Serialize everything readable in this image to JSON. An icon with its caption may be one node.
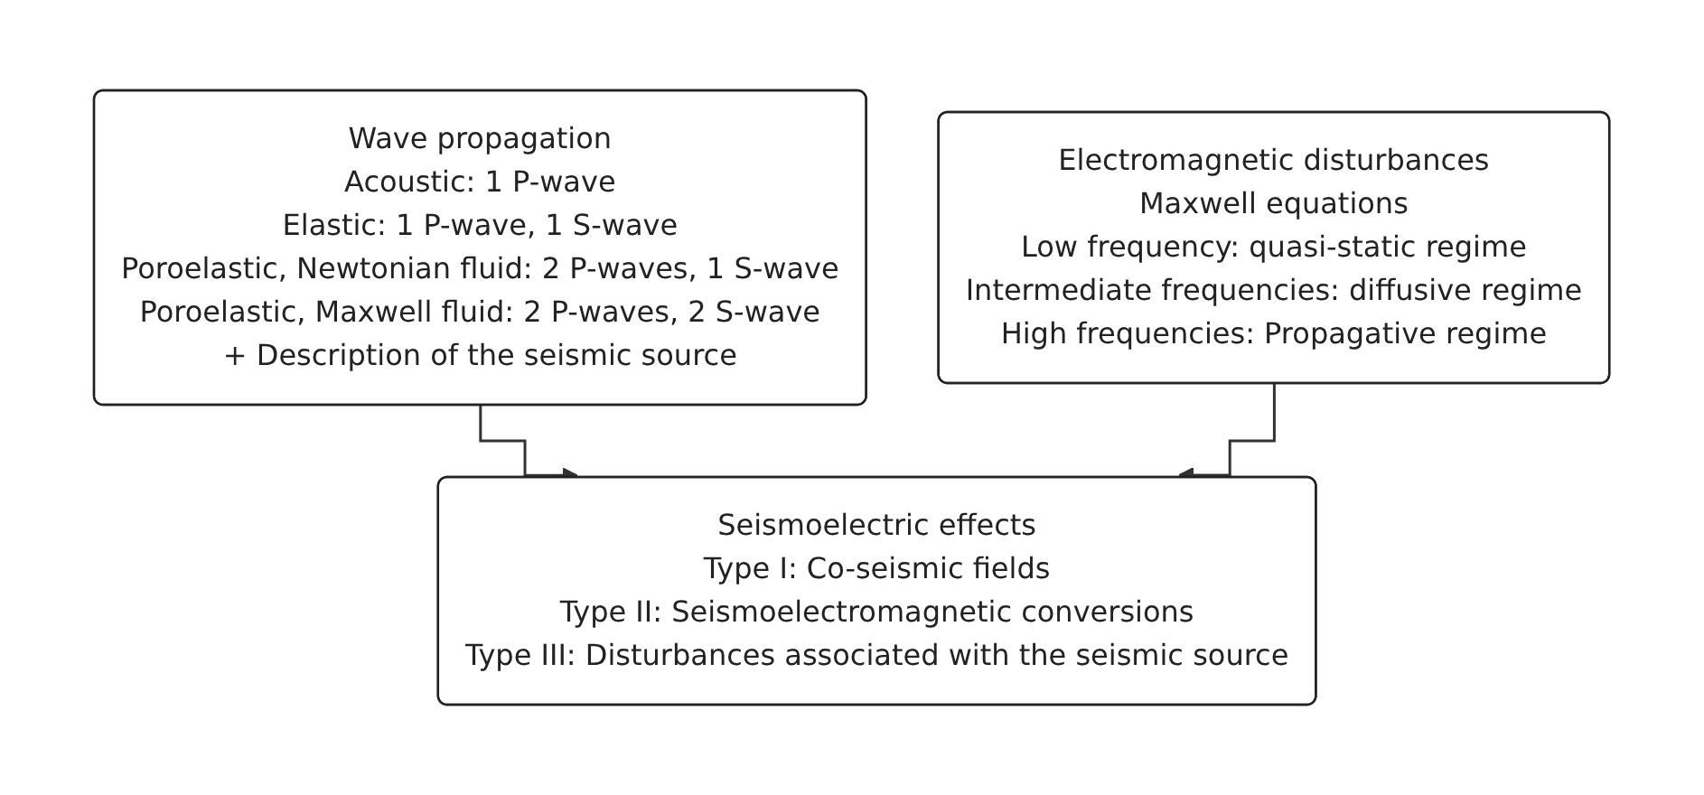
{
  "diagram": {
    "nodes": [
      {
        "text": [
          "Wave propagation",
          "Acoustic: 1 P-wave",
          "Elastic: 1 P-wave, 1 S-wave",
          "Poroelastic, Newtonian fluid: 2 P-waves, 1 S-wave",
          "Poroelastic, Maxwell fluid: 2 P-waves, 2 S-wave",
          "+ Description of the seismic source"
        ]
      },
      {
        "text": [
          "Electromagnetic disturbances",
          "Maxwell equations",
          "Low frequency: quasi-static regime",
          "Intermediate frequencies: diffusive regime",
          "High frequencies: Propagative regime"
        ]
      },
      {
        "text": [
          "Seismoelectric effects",
          "Type I: Co-seismic fields",
          "Type II: Seismoelectromagnetic conversions",
          "Type III: Disturbances associated with the seismic source"
        ]
      }
    ],
    "edges": [
      {
        "from": 0,
        "to": 2,
        "arrow": "to"
      },
      {
        "from": 1,
        "to": 2,
        "arrow": "to"
      }
    ]
  }
}
